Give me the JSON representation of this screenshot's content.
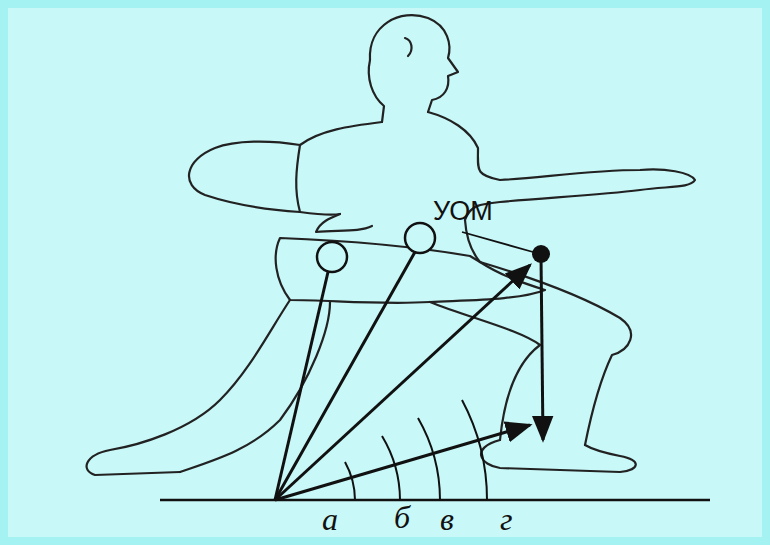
{
  "diagram": {
    "labels": [
      "УОМ",
      "а",
      "б",
      "в",
      "г"
    ]
  }
}
